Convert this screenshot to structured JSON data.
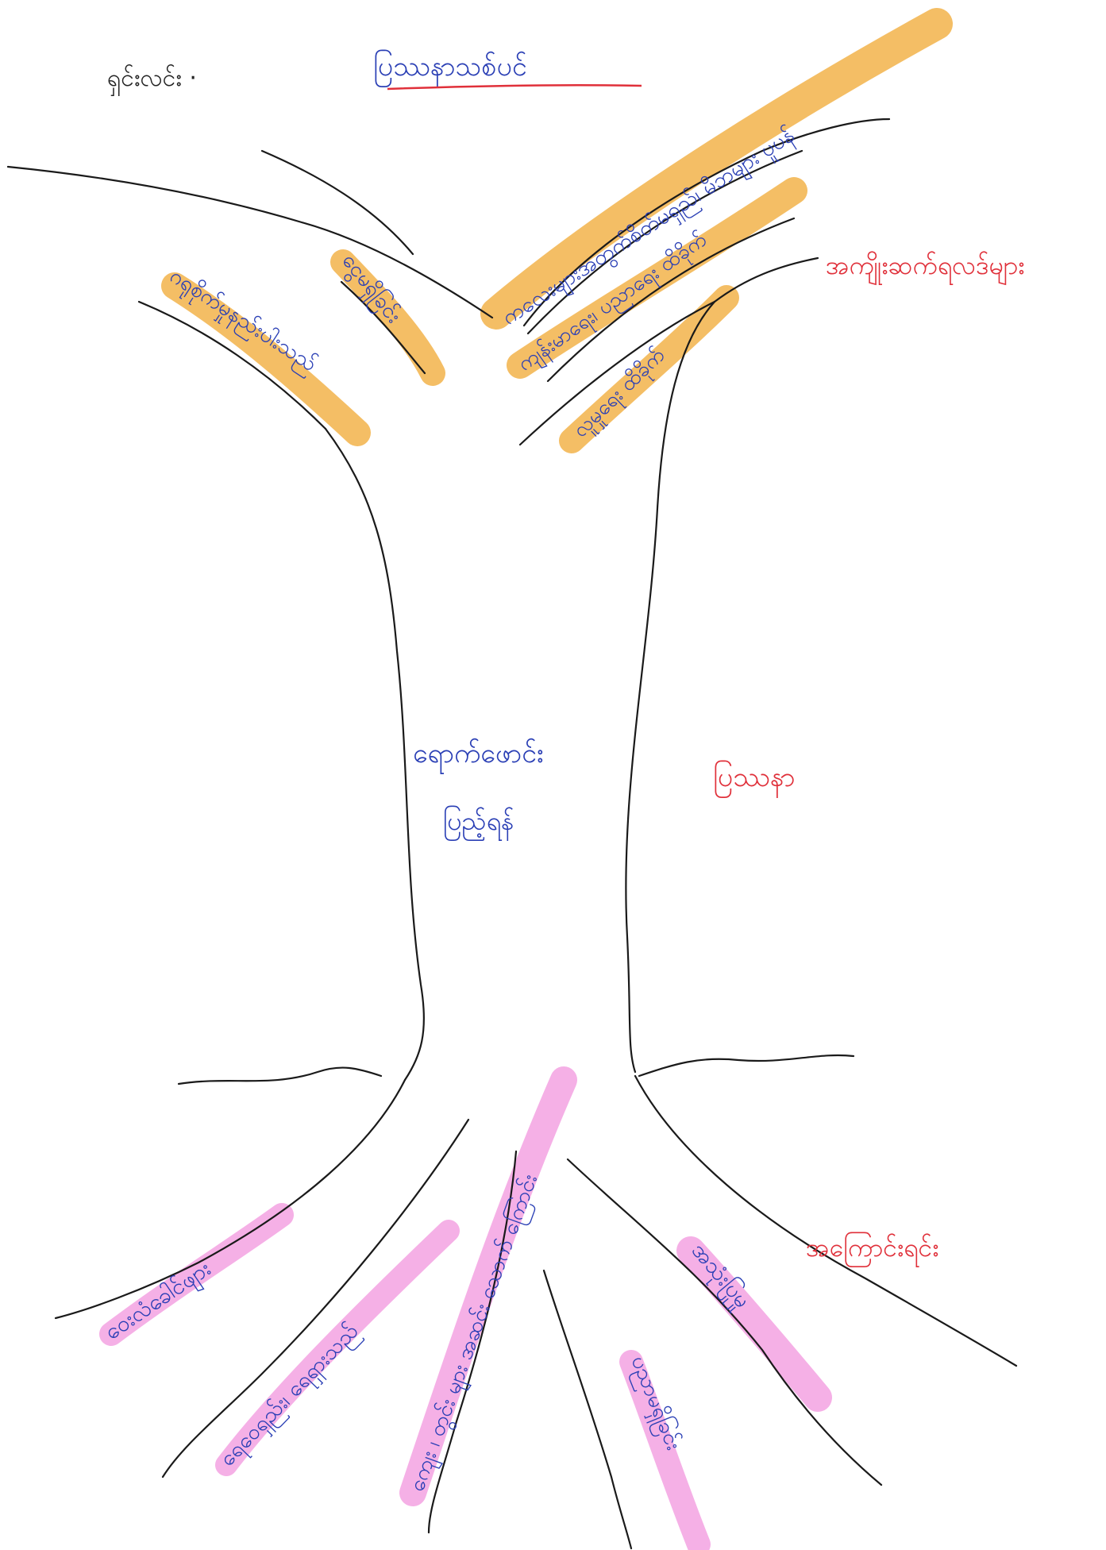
{
  "page": {
    "label": "ရှင်းလင်း ·",
    "title": "ပြဿနာသစ်ပင်"
  },
  "side_labels": {
    "effects": "အကျိုးဆက်ရလဒ်များ",
    "problem": "ပြဿနာ",
    "causes": "အကြောင်းရင်း"
  },
  "trunk": {
    "line1": "ရောက်ဖောင်း",
    "line2": "ပြည့်ရန်"
  },
  "branches": [
    "ဂရုစိုက်မှုနည်းပါးသည်",
    "ငွေမရှိခြင်း",
    "ကလေးများအတွက်စိတ်မရှည်၊ မိဘများ ပူပန်",
    "ကျန်းမာရေး၊ ပညာရေး ထိခိုက်",
    "လူမှုရေး ထိခိုက်"
  ],
  "roots": [
    "ဝေးလံခေါင်ဖျား",
    "ရေဝေရှည်း၊ ရေရှားသည်",
    "ကျေး ၊ တွင်း များ အဆင်း သောက် ကြောင်း",
    "အသုံးပြုမှု",
    "ပညာမရှိခြင်း"
  ],
  "colors": {
    "ink_blue": "#2a3fb5",
    "ink_red": "#e0303a",
    "highlight_orange": "#f2b34a",
    "highlight_pink": "#ec6fd2"
  }
}
